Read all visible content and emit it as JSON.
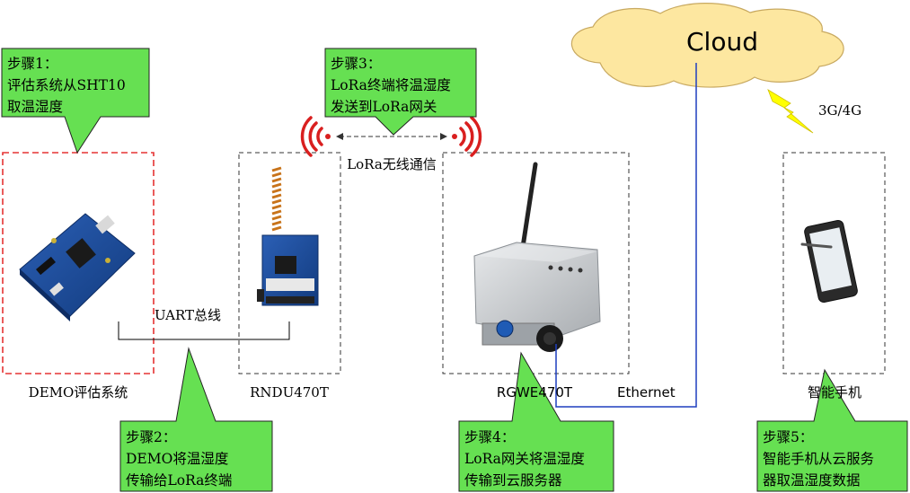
{
  "cloud": {
    "label": "Cloud"
  },
  "wireless": {
    "label": "3G/4G"
  },
  "lora_link": {
    "label": "LoRa无线通信"
  },
  "uart_bus": {
    "label": "UART总线"
  },
  "ethernet": {
    "label": "Ethernet"
  },
  "devices": {
    "demo": {
      "label": "DEMO评估系统"
    },
    "rndu": {
      "label": "RNDU470T"
    },
    "rgwe": {
      "label": "RGWE470T"
    },
    "phone": {
      "label": "智能手机"
    }
  },
  "steps": [
    {
      "lines": [
        "步骤1：",
        "评估系统从SHT10",
        "取温湿度"
      ]
    },
    {
      "lines": [
        "步骤2：",
        "DEMO将温湿度",
        "传输给LoRa终端"
      ]
    },
    {
      "lines": [
        "步骤3：",
        "LoRa终端将温湿度",
        "发送到LoRa网关"
      ]
    },
    {
      "lines": [
        "步骤4：",
        "LoRa网关将温湿度",
        "传输到云服务器"
      ]
    },
    {
      "lines": [
        "步骤5：",
        "智能手机从云服务",
        "器取温湿度数据"
      ]
    }
  ],
  "colors": {
    "callout_fill": "#66e052",
    "cloud_fill": "#fde7a0",
    "lightning_fill": "#ffff00",
    "ethernet_line": "#1f3fbf",
    "demo_border": "#e53333",
    "signal_red": "#d91f1f"
  }
}
